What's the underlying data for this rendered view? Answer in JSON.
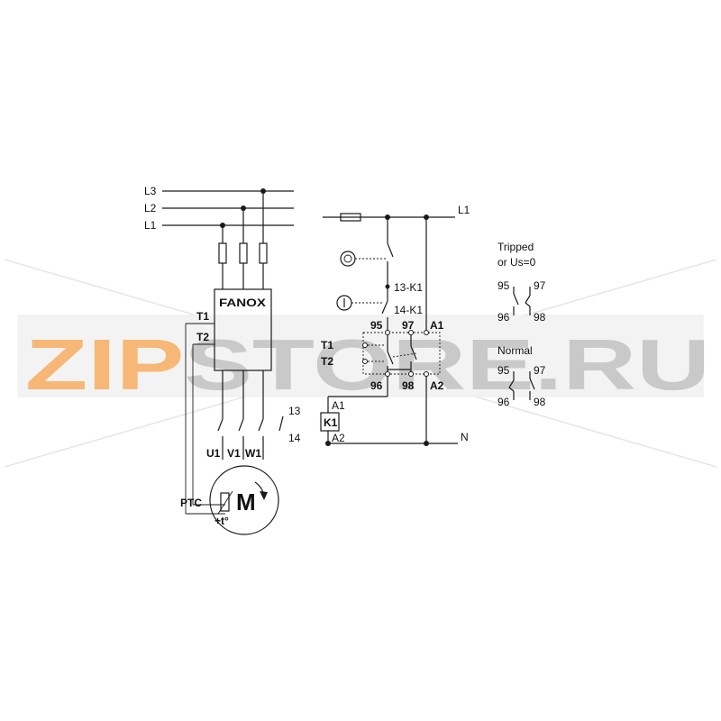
{
  "watermark": {
    "part1": "ZIP",
    "part2": "STORE.RU",
    "color1": "#f6b777",
    "color2": "#c9c9c9"
  },
  "brand": "FANOX",
  "power": {
    "phases": [
      "L3",
      "L2",
      "L1"
    ],
    "relay_terminals": [
      "T1",
      "T2"
    ],
    "motor_terminals": [
      "U1",
      "V1",
      "W1"
    ],
    "aux_contact": [
      "13",
      "14"
    ],
    "sensor": "PTC",
    "sensor_symbol": "+t°",
    "motor_symbol": "M"
  },
  "control": {
    "supply": "L1",
    "neutral": "N",
    "contacts": [
      "13-K1",
      "14-K1"
    ],
    "relay_pins_top": [
      "95",
      "97",
      "A1"
    ],
    "relay_pins_bottom": [
      "96",
      "98",
      "A2"
    ],
    "sensor_inputs": [
      "T1",
      "T2"
    ],
    "coil": "K1",
    "coil_pins": [
      "A1",
      "A2"
    ]
  },
  "states": [
    {
      "title": [
        "Tripped",
        "or Us=0"
      ],
      "pins_top": [
        "95",
        "97"
      ],
      "pins_bottom": [
        "96",
        "98"
      ]
    },
    {
      "title": [
        "Normal"
      ],
      "pins_top": [
        "95",
        "97"
      ],
      "pins_bottom": [
        "96",
        "98"
      ]
    }
  ]
}
